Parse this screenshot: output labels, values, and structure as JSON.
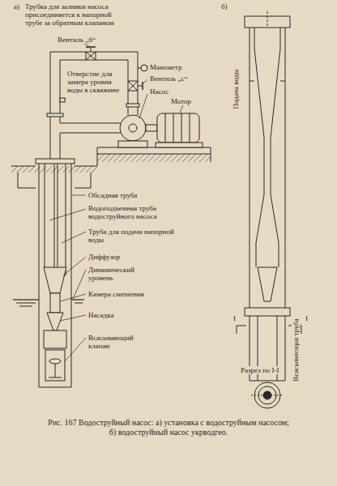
{
  "diagram": {
    "caption": "Рис. 167 Водоструйный насос: а) установка с водоструйным насосом; б) водоструйный насос укрводгео.",
    "labels": [
      "а)",
      "Трубка для заливки насоса присоединяется к напорной трубе за обратным клапаном",
      "Вентиль „б“",
      "Манометр",
      "Вентиль „с“",
      "Отверстие для замера уровня воды в скважине",
      "Насос",
      "Мотор",
      "Обсадная труба",
      "Водоподъемная труба водоструйного насоса",
      "Труба для подачи напорной воды",
      "Диффузор",
      "Динамический уровень",
      "Камера смешения",
      "Насадка",
      "Всасывающий клапан",
      "б)",
      "Подача воды",
      "Всасывающая труба",
      "I",
      "I",
      "Разрез по I-I"
    ]
  }
}
